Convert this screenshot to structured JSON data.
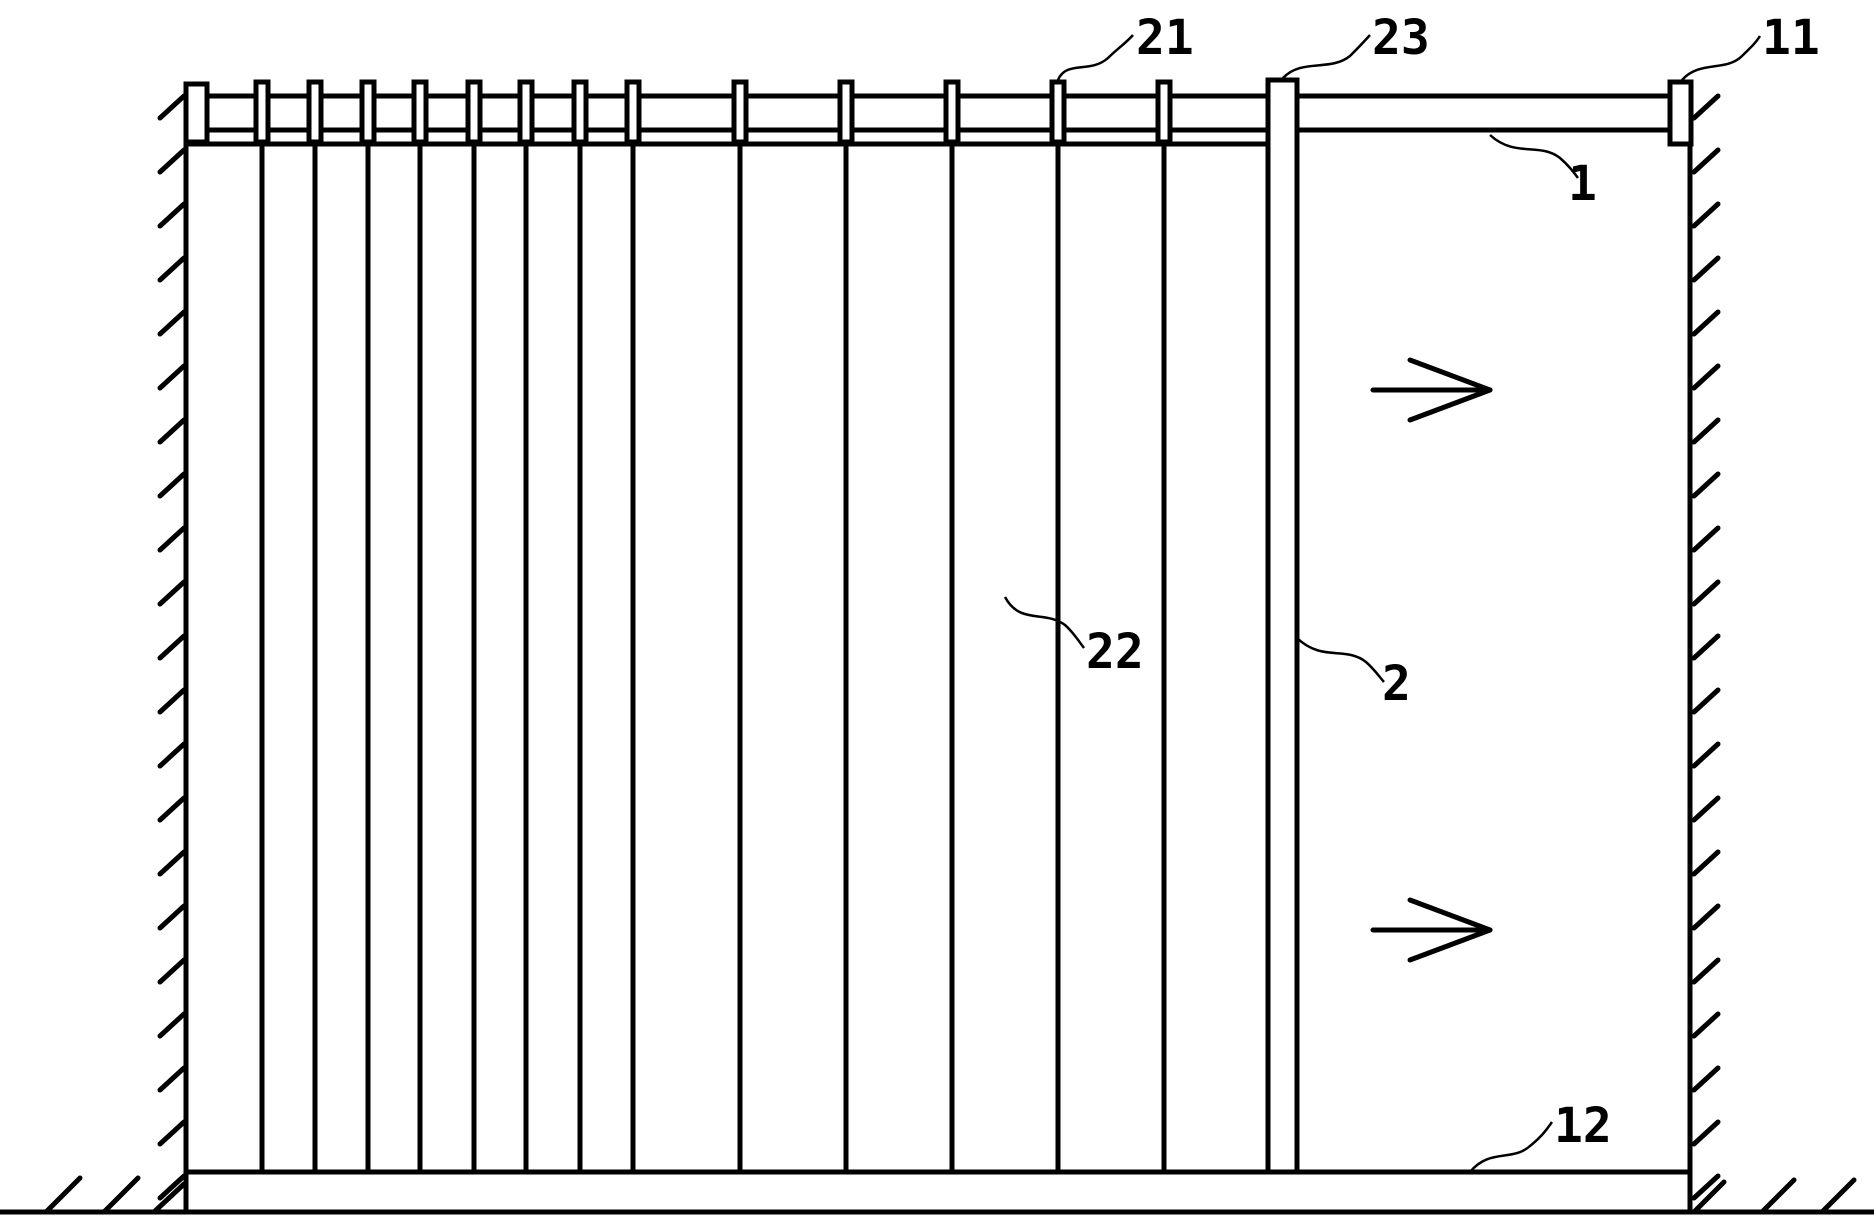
{
  "diagram": {
    "labels": {
      "rail": "1",
      "rail_end_cap": "11",
      "bottom_track": "12",
      "curtain": "2",
      "hook_ring": "21",
      "fold_strip": "22",
      "end_bar": "23"
    },
    "hook_count": 14,
    "fold_count": 14,
    "motion_arrow_count": 2,
    "colors": {
      "ink": "#000000",
      "paper": "#ffffff"
    }
  }
}
